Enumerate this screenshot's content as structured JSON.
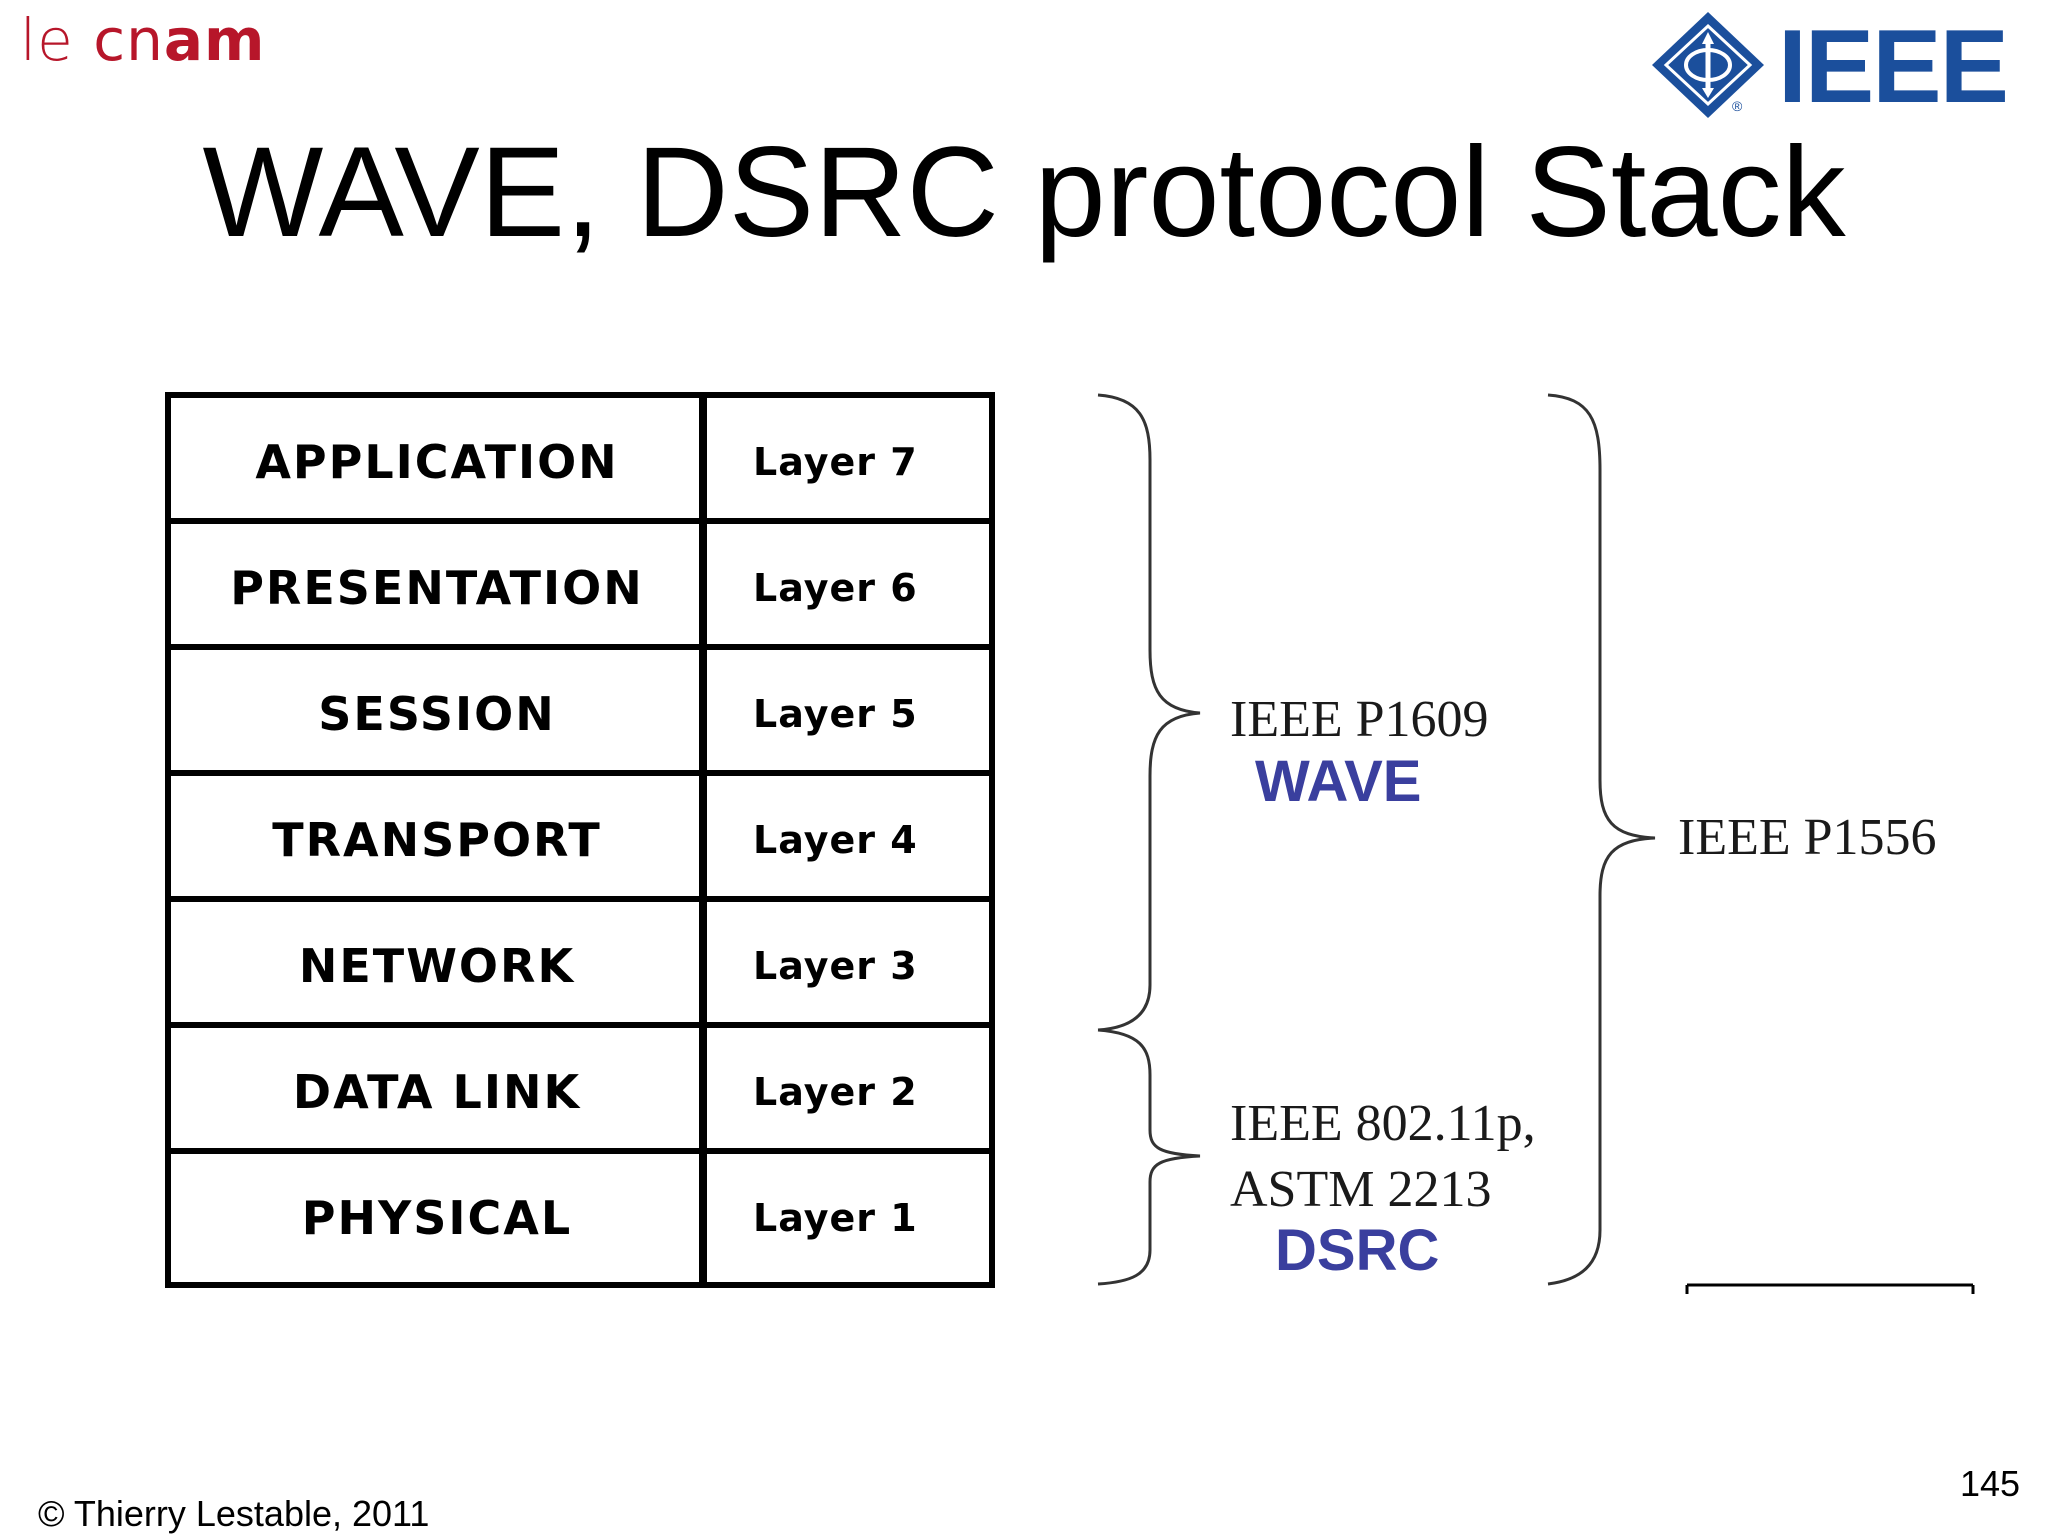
{
  "logos": {
    "cnam_le": "le ",
    "cnam_cn": "cn",
    "cnam_am": "am",
    "ieee_word": "IEEE",
    "ieee_registered": "®",
    "ieee_color": "#1b4f9c",
    "cnam_color": "#b7162a"
  },
  "slide": {
    "title": "WAVE, DSRC protocol Stack"
  },
  "stack": {
    "rows": [
      {
        "name": "APPLICATION",
        "layer": "Layer 7"
      },
      {
        "name": "PRESENTATION",
        "layer": "Layer 6"
      },
      {
        "name": "SESSION",
        "layer": "Layer 5"
      },
      {
        "name": "TRANSPORT",
        "layer": "Layer 4"
      },
      {
        "name": "NETWORK",
        "layer": "Layer 3"
      },
      {
        "name": "DATA LINK",
        "layer": "Layer 2"
      },
      {
        "name": "PHYSICAL",
        "layer": "Layer 1"
      }
    ]
  },
  "groups": {
    "wave_standard": "IEEE P1609",
    "wave_name": "WAVE",
    "dsrc_standard_line1": "IEEE 802.11p,",
    "dsrc_standard_line2": "ASTM 2213",
    "dsrc_name": "DSRC",
    "overall_standard": "IEEE P1556",
    "accent_color": "#3a3f9e"
  },
  "footer": {
    "copyright": "© Thierry Lestable, 2011",
    "page_number": "145"
  }
}
